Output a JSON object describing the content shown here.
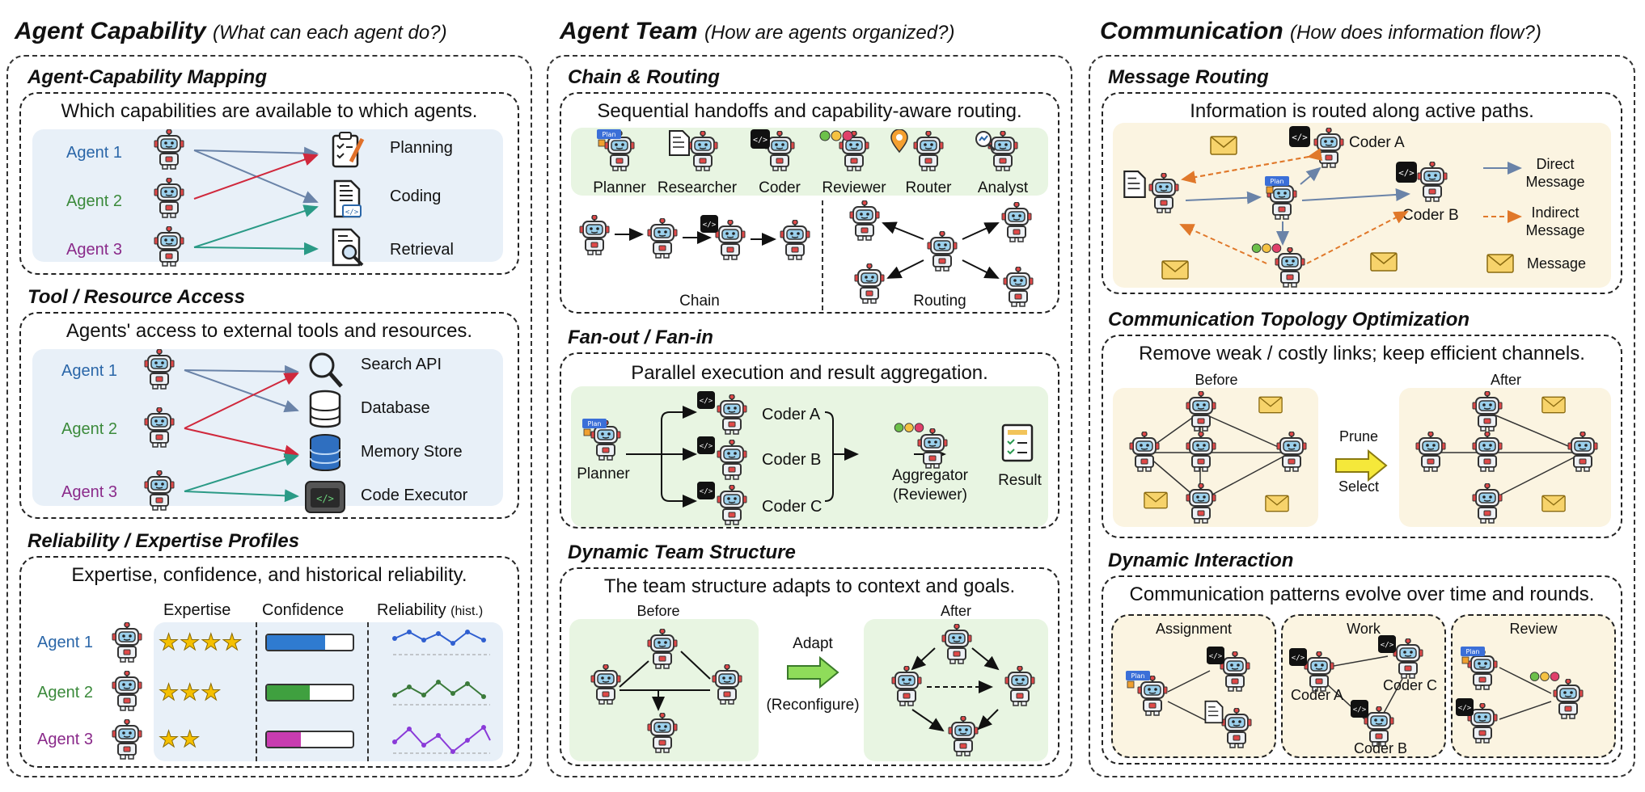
{
  "columns": [
    {
      "title": "Agent Capability",
      "subtitle": "(What can each agent do?)"
    },
    {
      "title": "Agent Team",
      "subtitle": "(How are agents organized?)"
    },
    {
      "title": "Communication",
      "subtitle": "(How does information flow?)"
    }
  ],
  "capability": {
    "mapping": {
      "heading": "Agent-Capability Mapping",
      "desc": "Which capabilities are available to which agents.",
      "agents": [
        "Agent 1",
        "Agent 2",
        "Agent 3"
      ],
      "capabilities": [
        "Planning",
        "Coding",
        "Retrieval"
      ]
    },
    "tools": {
      "heading": "Tool / Resource Access",
      "desc": "Agents' access to external tools and resources.",
      "agents": [
        "Agent 1",
        "Agent 2",
        "Agent 3"
      ],
      "resources": [
        "Search API",
        "Database",
        "Memory Store",
        "Code Executor"
      ]
    },
    "reliability": {
      "heading": "Reliability / Expertise Profiles",
      "desc": "Expertise, confidence, and historical reliability.",
      "col_expertise": "Expertise",
      "col_confidence": "Confidence",
      "col_reliability": "Reliability",
      "col_reliability_note": "(hist.)",
      "agents": [
        "Agent 1",
        "Agent 2",
        "Agent 3"
      ],
      "expertise_stars": [
        "★★★★",
        "★★★",
        "★★"
      ],
      "confidence": [
        0.68,
        0.5,
        0.4
      ],
      "colors": [
        "#2f7bd0",
        "#3fa03f",
        "#c83cb0"
      ]
    }
  },
  "team": {
    "chain": {
      "heading": "Chain & Routing",
      "desc": "Sequential handoffs and capability-aware routing.",
      "roles": [
        "Planner",
        "Researcher",
        "Coder",
        "Reviewer",
        "Router",
        "Analyst"
      ],
      "chain_label": "Chain",
      "routing_label": "Routing"
    },
    "fan": {
      "heading": "Fan-out / Fan-in",
      "desc": "Parallel execution and result aggregation.",
      "planner": "Planner",
      "coders": [
        "Coder A",
        "Coder B",
        "Coder C"
      ],
      "aggregator": "Aggregator",
      "aggregator_role": "(Reviewer)",
      "result": "Result"
    },
    "dynamic": {
      "heading": "Dynamic Team Structure",
      "desc": "The team structure adapts to context and goals.",
      "before": "Before",
      "after": "After",
      "adapt": "Adapt",
      "reconfigure": "(Reconfigure)"
    }
  },
  "communication": {
    "routing": {
      "heading": "Message Routing",
      "desc": "Information is routed along active paths.",
      "coder_a": "Coder A",
      "coder_b": "Coder B",
      "legend": [
        "Direct",
        "Message",
        "Indirect",
        "Message",
        "Message"
      ]
    },
    "topology": {
      "heading": "Communication Topology Optimization",
      "desc": "Remove weak / costly links; keep efficient channels.",
      "before": "Before",
      "after": "After",
      "prune": "Prune",
      "select": "Select"
    },
    "interaction": {
      "heading": "Dynamic Interaction",
      "desc": "Communication patterns evolve over time and rounds.",
      "phases": [
        "Assignment",
        "Work",
        "Review"
      ],
      "coders": [
        "Coder A",
        "Coder C",
        "Coder B"
      ]
    }
  }
}
